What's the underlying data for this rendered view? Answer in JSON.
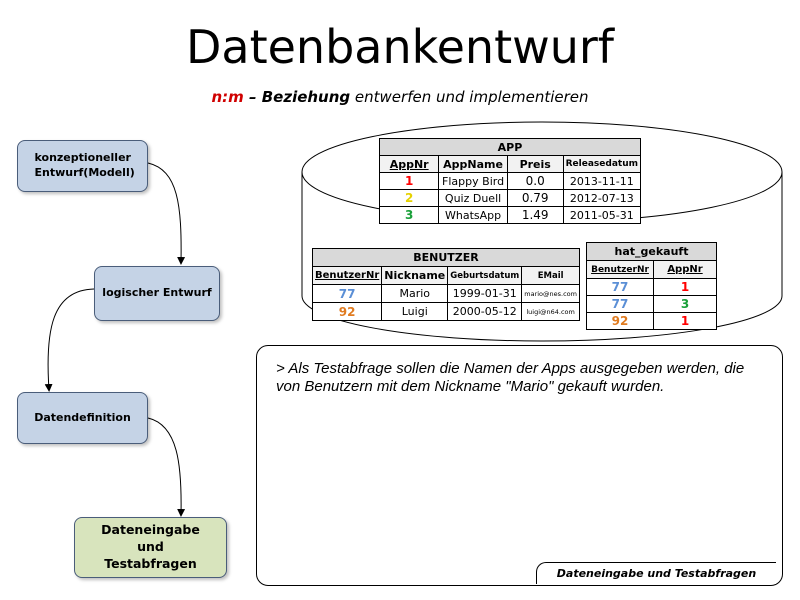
{
  "title": "Datenbankentwurf",
  "subtitle": {
    "part1": "n:m",
    "part2": " – Beziehung",
    "part3": " entwerfen und implementieren"
  },
  "flow": {
    "step1": "konzeptioneller Entwurf(Modell)",
    "step2": "logischer Entwurf",
    "step3": "Datendefinition",
    "step4": "Dateneingabe und Testabfragen"
  },
  "colors": {
    "red": "#ff0000",
    "yellow": "#e6d200",
    "green": "#1aa03a",
    "blue": "#5b8fd6",
    "orange": "#e07b20"
  },
  "app_table": {
    "caption": "APP",
    "headers": [
      "AppNr",
      "AppName",
      "Preis",
      "Releasedatum"
    ],
    "rows": [
      {
        "nr": "1",
        "name": "Flappy Bird",
        "price": "0.0",
        "date": "2013-11-11"
      },
      {
        "nr": "2",
        "name": "Quiz Duell",
        "price": "0.79",
        "date": "2012-07-13"
      },
      {
        "nr": "3",
        "name": "WhatsApp",
        "price": "1.49",
        "date": "2011-05-31"
      }
    ]
  },
  "benutzer_table": {
    "caption": "BENUTZER",
    "headers": [
      "BenutzerNr",
      "Nickname",
      "Geburtsdatum",
      "EMail"
    ],
    "rows": [
      {
        "nr": "77",
        "nick": "Mario",
        "date": "1999-01-31",
        "mail": "mario@nes.com"
      },
      {
        "nr": "92",
        "nick": "Luigi",
        "date": "2000-05-12",
        "mail": "luigi@n64.com"
      }
    ]
  },
  "hat_gekauft_table": {
    "caption": "hat_gekauft",
    "headers": [
      "BenutzerNr",
      "AppNr"
    ],
    "rows": [
      {
        "b": "77",
        "a": "1"
      },
      {
        "b": "77",
        "a": "3"
      },
      {
        "b": "92",
        "a": "1"
      }
    ]
  },
  "info": {
    "text": "> Als Testabfrage sollen die Namen der Apps ausgegeben werden, die von Benutzern mit dem Nickname \"Mario\" gekauft wurden.",
    "footer": "Dateneingabe und Testabfragen"
  }
}
